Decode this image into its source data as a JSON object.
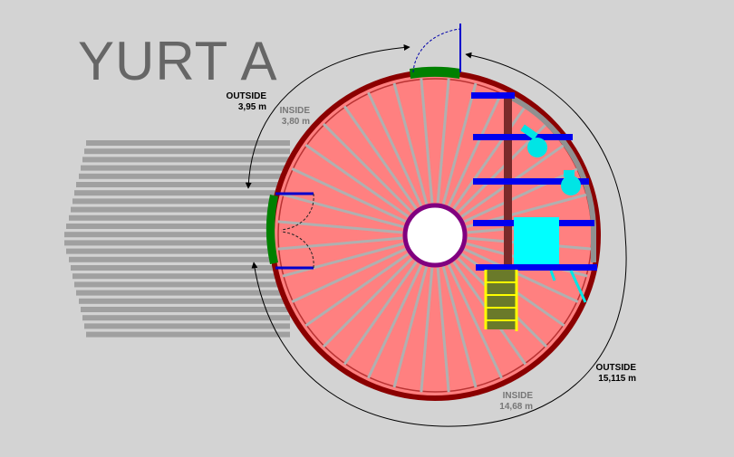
{
  "title": "YURT A",
  "dimensions": {
    "door_outside_label": "OUTSIDE",
    "door_outside_value": "3,95 m",
    "door_inside_label": "INSIDE",
    "door_inside_value": "3,80 m",
    "circ_outside_label": "OUTSIDE",
    "circ_outside_value": "15,115 m",
    "circ_inside_label": "INSIDE",
    "circ_inside_value": "14,68 m"
  },
  "colors": {
    "background": "#d3d3d3",
    "floor": "#ff8080",
    "wall": "#8b0000",
    "rafters": "#b0b0b0",
    "crown_ring": "#800080",
    "door_green": "#008000",
    "furniture_blue": "#0000ee",
    "cyan": "#00ffff",
    "ladder_yellow": "#ffff00",
    "deck_gray": "#a0a0a0"
  }
}
